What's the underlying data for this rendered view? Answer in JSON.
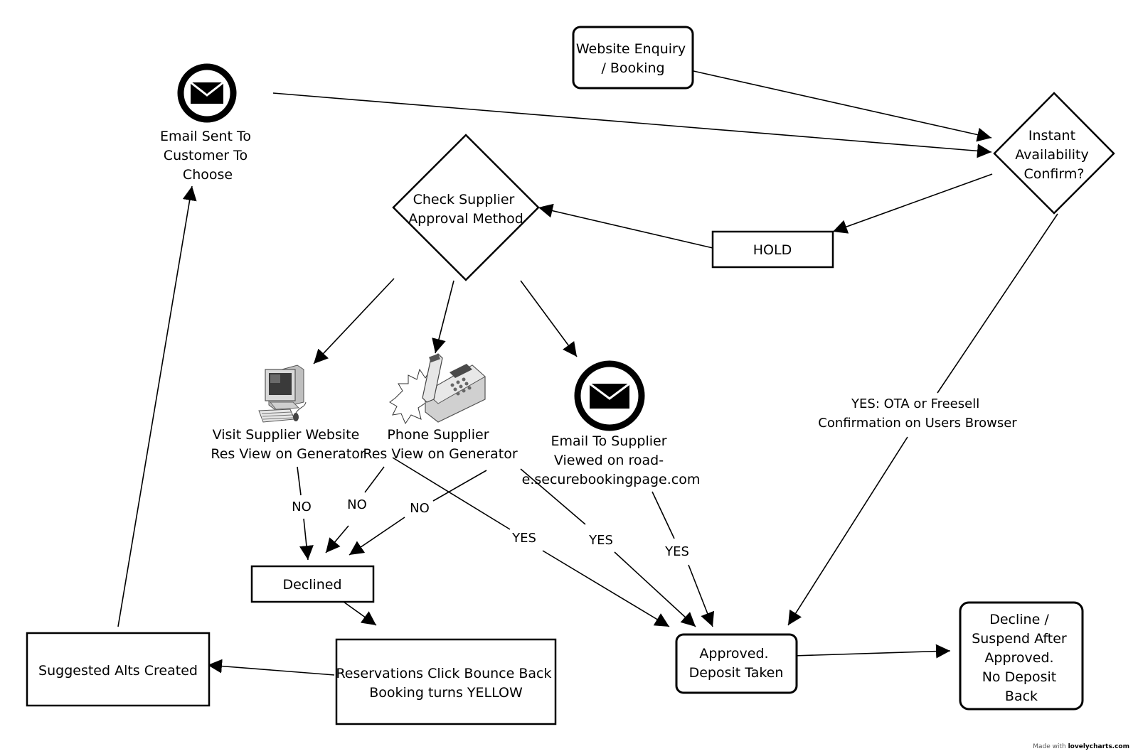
{
  "nodes": {
    "website_enquiry": [
      "Website Enquiry",
      "/ Booking"
    ],
    "instant_availability": [
      "Instant",
      "Availability",
      "Confirm?"
    ],
    "hold": "HOLD",
    "check_supplier": [
      "Check Supplier",
      "Approval Method"
    ],
    "email_customer": [
      "Email Sent To",
      "Customer To",
      "Choose"
    ],
    "visit_website": [
      "Visit Supplier Website",
      "Res View on Generator"
    ],
    "phone_supplier": [
      "Phone Supplier",
      "Res View on Generator"
    ],
    "email_supplier": [
      "Email To Supplier",
      "Viewed on road-",
      "e.securebookingpage.com"
    ],
    "declined": "Declined",
    "bounce_back": [
      "Reservations Click Bounce Back",
      "Booking turns YELLOW"
    ],
    "suggested_alts": "Suggested Alts Created",
    "approved": [
      "Approved.",
      "Deposit Taken"
    ],
    "decline_after": [
      "Decline /",
      "Suspend After",
      "Approved.",
      "No Deposit",
      "Back"
    ]
  },
  "edge_labels": {
    "no_website": "NO",
    "no_phone": "NO",
    "no_email": "NO",
    "yes_website": "YES",
    "yes_phone": "YES",
    "yes_email": "YES",
    "yes_ota": [
      "YES: OTA or Freesell",
      "Confirmation on Users Browser"
    ]
  },
  "icons": {
    "email_customer": "envelope-icon",
    "email_supplier": "envelope-icon",
    "computer": "computer-icon",
    "phone": "telephone-icon"
  },
  "footer": {
    "prefix": "Made with",
    "brand": "lovelycharts.com"
  }
}
